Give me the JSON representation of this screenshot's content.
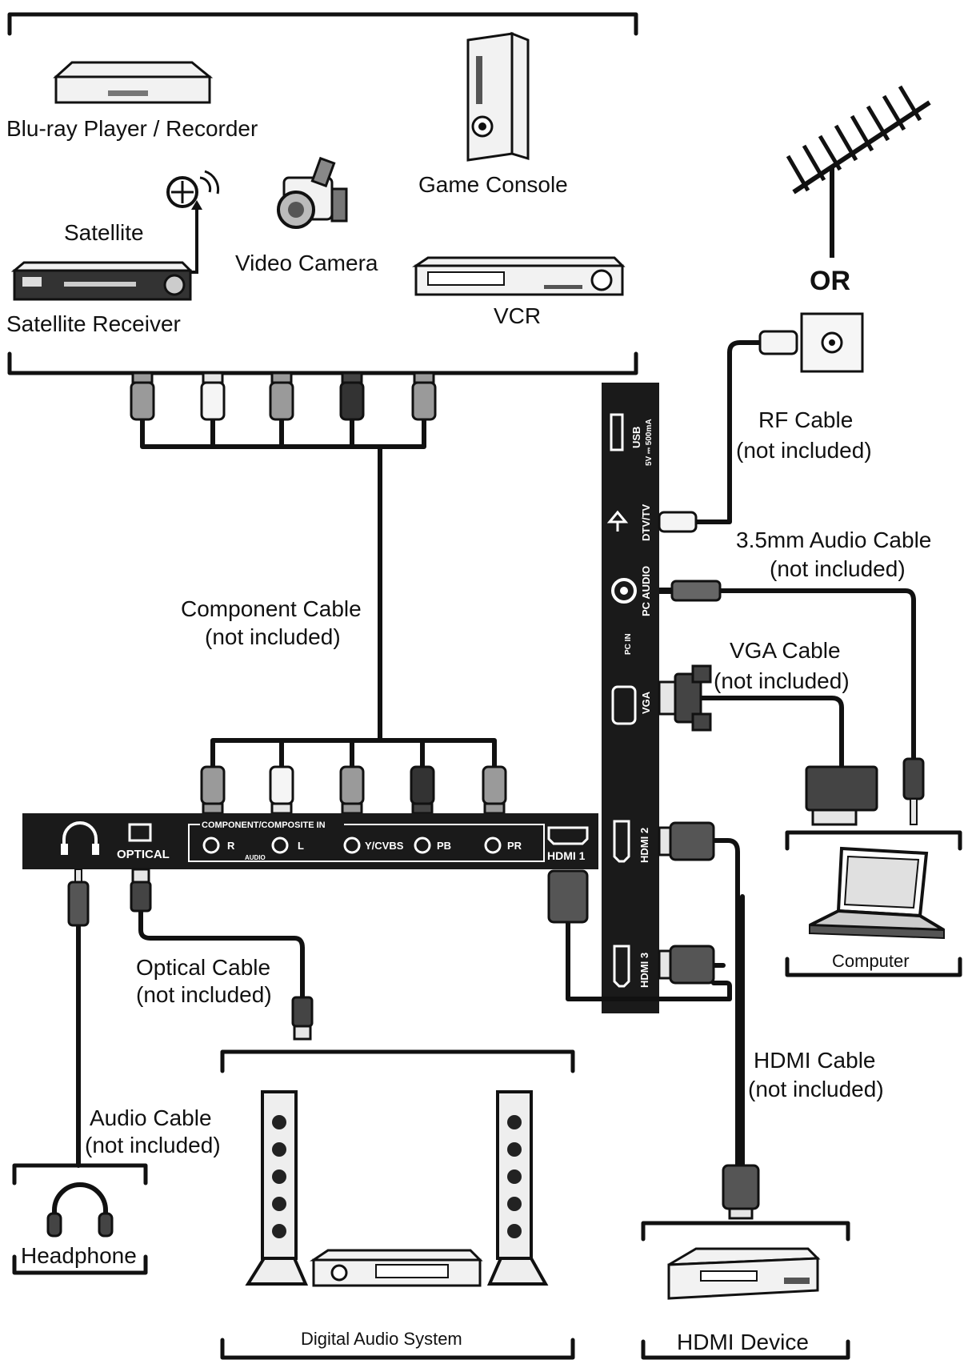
{
  "sources": {
    "bluray_label": "Blu-ray Player / Recorder",
    "game_console_label": "Game Console",
    "satellite_label": "Satellite",
    "video_camera_label": "Video Camera",
    "satellite_receiver_label": "Satellite Receiver",
    "vcr_label": "VCR"
  },
  "antenna": {
    "or_label": "OR"
  },
  "cables": {
    "rf_label": "RF Cable",
    "rf_note": "(not included)",
    "pc_audio_label": "3.5mm Audio Cable",
    "pc_audio_note": "(not included)",
    "vga_label": "VGA Cable",
    "vga_note": "(not included)",
    "component_label": "Component Cable",
    "component_note": "(not included)",
    "optical_label": "Optical Cable",
    "optical_note": "(not included)",
    "audio_label": "Audio Cable",
    "audio_note": "(not included)",
    "hdmi_label": "HDMI Cable",
    "hdmi_note": "(not included)"
  },
  "tv_side_panel": {
    "usb": "USB",
    "usb_rating": "5V ⎓ 500mA",
    "dtv": "DTV/TV",
    "pc_audio": "PC AUDIO",
    "pc_in": "PC IN",
    "vga": "VGA",
    "hdmi2": "HDMI 2",
    "hdmi3": "HDMI 3"
  },
  "tv_bottom_panel": {
    "optical": "OPTICAL",
    "component_header": "COMPONENT/COMPOSITE IN",
    "r": "R",
    "l": "L",
    "audio": "AUDIO",
    "ycvbs": "Y/CVBS",
    "pb": "PB",
    "pr": "PR",
    "hdmi1": "HDMI 1"
  },
  "outputs": {
    "computer_label": "Computer",
    "headphone_label": "Headphone",
    "digital_audio_label": "Digital Audio System",
    "hdmi_device_label": "HDMI Device"
  },
  "colors": {
    "ink": "#111111",
    "plug_light": "#e6e6e6",
    "plug_mid": "#9a9a9a",
    "plug_dark": "#333333",
    "panel": "#1a1a1a"
  }
}
